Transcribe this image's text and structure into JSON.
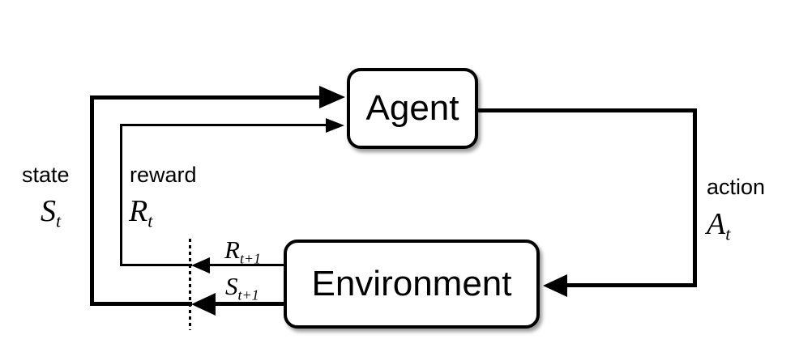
{
  "diagram": {
    "nodes": {
      "agent": "Agent",
      "environment": "Environment"
    },
    "labels": {
      "state": {
        "word": "state",
        "symbol": "S",
        "sub": "t"
      },
      "reward": {
        "word": "reward",
        "symbol": "R",
        "sub": "t"
      },
      "action": {
        "word": "action",
        "symbol": "A",
        "sub": "t"
      },
      "next_reward": {
        "symbol": "R",
        "sub": "t+1"
      },
      "next_state": {
        "symbol": "S",
        "sub": "t+1"
      }
    },
    "colors": {
      "line": "#000000",
      "background": "#ffffff",
      "node_fill": "#ffffff"
    }
  }
}
